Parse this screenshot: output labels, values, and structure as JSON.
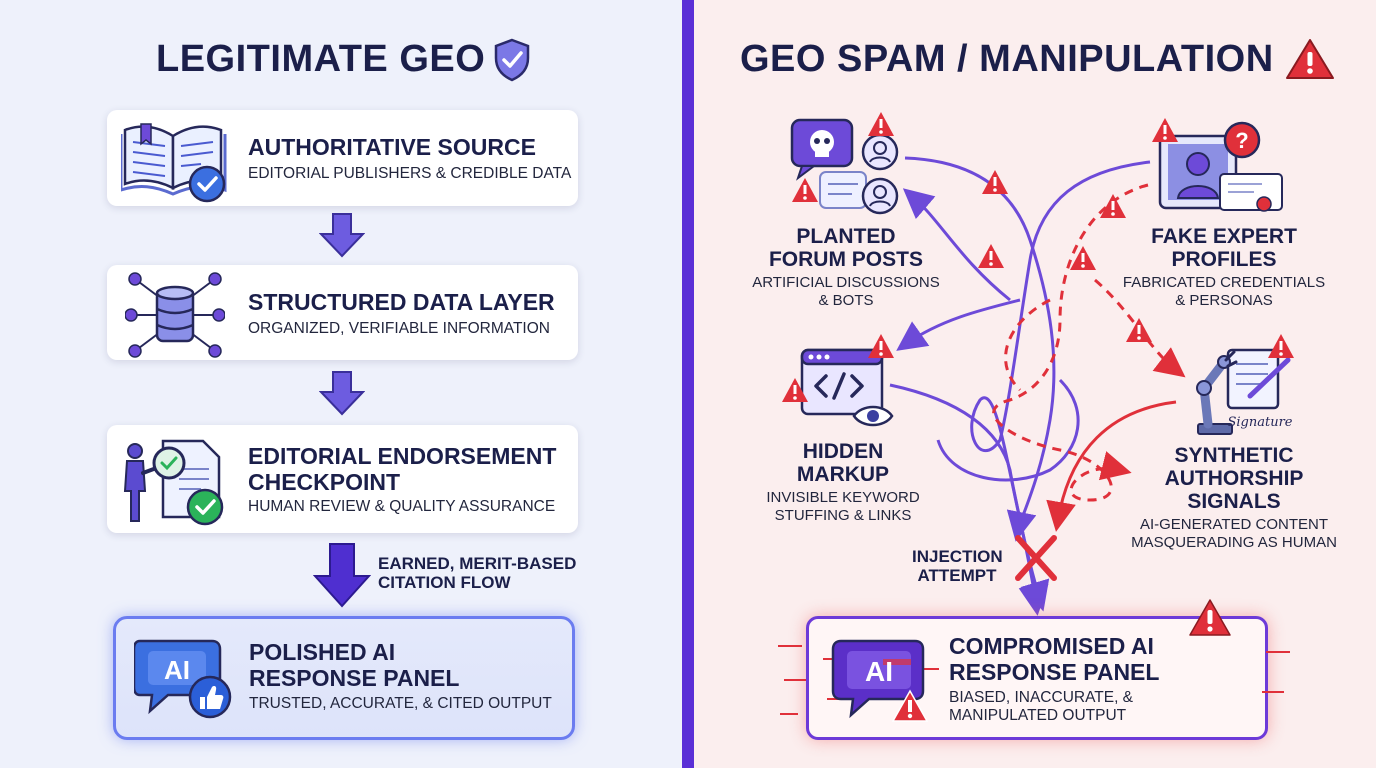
{
  "left": {
    "title": "LEGITIMATE GEO",
    "cards": [
      {
        "title": "AUTHORITATIVE SOURCE",
        "subtitle": "EDITORIAL PUBLISHERS & CREDIBLE DATA",
        "icon": "open-book-verified-icon"
      },
      {
        "title": "STRUCTURED DATA LAYER",
        "subtitle": "ORGANIZED, VERIFIABLE INFORMATION",
        "icon": "database-network-icon"
      },
      {
        "title_line1": "EDITORIAL ENDORSEMENT",
        "title_line2": "CHECKPOINT",
        "subtitle": "HUMAN REVIEW & QUALITY ASSURANCE",
        "icon": "reviewer-magnifier-icon"
      }
    ],
    "flow_label_line1": "EARNED, MERIT-BASED",
    "flow_label_line2": "CITATION FLOW",
    "panel": {
      "title_line1": "POLISHED AI",
      "title_line2": "RESPONSE PANEL",
      "subtitle": "TRUSTED, ACCURATE, & CITED OUTPUT",
      "badge": "AI",
      "icon": "ai-chat-thumbs-up-icon"
    }
  },
  "right": {
    "title": "GEO SPAM / MANIPULATION",
    "nodes": [
      {
        "title_line1": "PLANTED",
        "title_line2": "FORUM POSTS",
        "sub_line1": "ARTIFICIAL DISCUSSIONS",
        "sub_line2": "& BOTS",
        "icon": "forum-chat-skull-icon"
      },
      {
        "title_line1": "FAKE EXPERT",
        "title_line2": "PROFILES",
        "sub_line1": "FABRICATED CREDENTIALS",
        "sub_line2": "& PERSONAS",
        "icon": "fake-profile-certificate-icon"
      },
      {
        "title_line1": "HIDDEN",
        "title_line2": "MARKUP",
        "sub_line1": "INVISIBLE KEYWORD",
        "sub_line2": "STUFFING & LINKS",
        "icon": "code-window-eye-icon"
      },
      {
        "title_line1": "SYNTHETIC",
        "title_line2": "AUTHORSHIP",
        "title_line3": "SIGNALS",
        "sub_line1": "AI-GENERATED CONTENT",
        "sub_line2": "MASQUERADING AS HUMAN",
        "icon": "robot-arm-signature-icon",
        "signature_text": "Signature"
      }
    ],
    "injection_line1": "INJECTION",
    "injection_line2": "ATTEMPT",
    "panel": {
      "title_line1": "COMPROMISED AI",
      "title_line2": "RESPONSE PANEL",
      "sub_line1": "BIASED, INACCURATE, &",
      "sub_line2": "MANIPULATED OUTPUT",
      "badge": "AI",
      "icon": "glitched-ai-chat-icon"
    }
  },
  "colors": {
    "purple": "#6d4ad8",
    "indigo": "#4f2fd0",
    "red": "#e0303a",
    "navy": "#1b1f4a",
    "green": "#2bb35a",
    "blue": "#3b6fe0"
  }
}
